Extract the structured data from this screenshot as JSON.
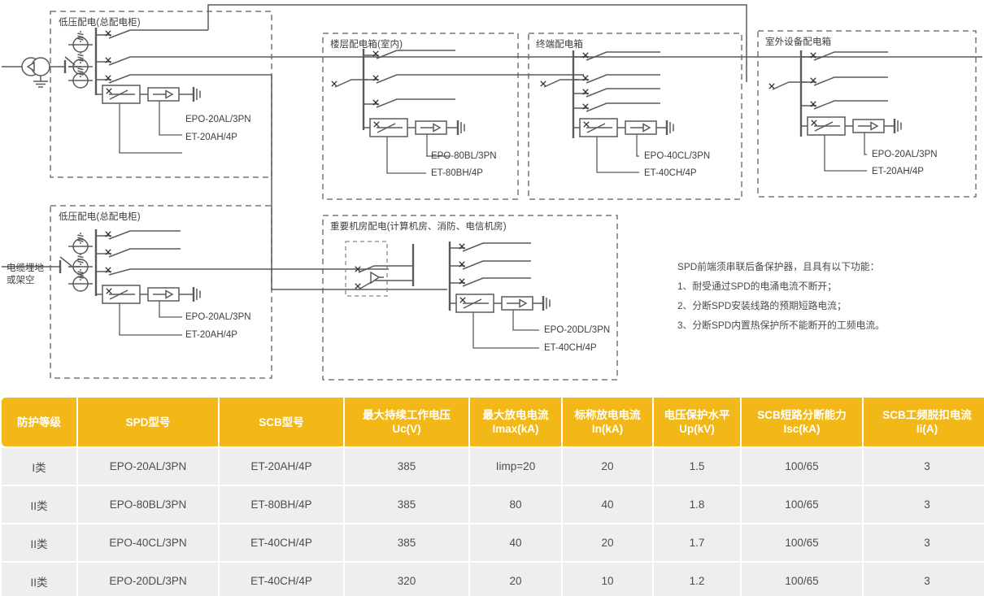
{
  "diagram": {
    "source": {
      "transformer_label": "",
      "cable_label_line1": "电缆埋地",
      "cable_label_line2": "或架空"
    },
    "blocks": [
      {
        "id": "lv-main-top",
        "title": "低压配电(总配电柜)",
        "spd": "EPO-20AL/3PN",
        "scb": "ET-20AH/4P",
        "feeders": 3
      },
      {
        "id": "floor-box",
        "title": "楼层配电箱(室内)",
        "spd": "EPO-80BL/3PN",
        "scb": "ET-80BH/4P",
        "feeders": 3
      },
      {
        "id": "terminal-box",
        "title": "终端配电箱",
        "spd": "EPO-40CL/3PN",
        "scb": "ET-40CH/4P",
        "feeders": 4
      },
      {
        "id": "outdoor-box",
        "title": "室外设备配电箱",
        "spd": "EPO-20AL/3PN",
        "scb": "ET-20AH/4P",
        "feeders": 3
      },
      {
        "id": "lv-main-bottom",
        "title": "低压配电(总配电柜)",
        "spd": "EPO-20AL/3PN",
        "scb": "ET-20AH/4P",
        "feeders": 3
      },
      {
        "id": "critical-room",
        "title": "重要机房配电(计算机房、消防、电信机房)",
        "spd": "EPO-20DL/3PN",
        "scb": "ET-40CH/4P",
        "feeders": 3
      }
    ],
    "notes": {
      "heading": "SPD前端须串联后备保护器，且具有以下功能：",
      "items": [
        "1、耐受通过SPD的电涌电流不断开；",
        "2、分断SPD安装线路的预期短路电流；",
        "3、分断SPD内置热保护所不能断开的工频电流。"
      ]
    }
  },
  "table": {
    "accent_color": "#f2b818",
    "row_bg": "#eeeeee",
    "headers": [
      "防护等级",
      "SPD型号",
      "SCB型号",
      "最大持续工作电压\nUc(V)",
      "最大放电电流\nImax(kA)",
      "标称放电电流\nIn(kA)",
      "电压保护水平\nUp(kV)",
      "SCB短路分断能力\nIsc(kA)",
      "SCB工频脱扣电流\nIi(A)"
    ],
    "headers_split": [
      {
        "l1": "防护等级",
        "l2": ""
      },
      {
        "l1": "SPD型号",
        "l2": ""
      },
      {
        "l1": "SCB型号",
        "l2": ""
      },
      {
        "l1": "最大持续工作电压",
        "l2": "Uc(V)"
      },
      {
        "l1": "最大放电电流",
        "l2": "Imax(kA)"
      },
      {
        "l1": "标称放电电流",
        "l2": "In(kA)"
      },
      {
        "l1": "电压保护水平",
        "l2": "Up(kV)"
      },
      {
        "l1": "SCB短路分断能力",
        "l2": "Isc(kA)"
      },
      {
        "l1": "SCB工频脱扣电流",
        "l2": "Ii(A)"
      }
    ],
    "rows": [
      [
        "I类",
        "EPO-20AL/3PN",
        "ET-20AH/4P",
        "385",
        "Iimp=20",
        "20",
        "1.5",
        "100/65",
        "3"
      ],
      [
        "II类",
        "EPO-80BL/3PN",
        "ET-80BH/4P",
        "385",
        "80",
        "40",
        "1.8",
        "100/65",
        "3"
      ],
      [
        "II类",
        "EPO-40CL/3PN",
        "ET-40CH/4P",
        "385",
        "40",
        "20",
        "1.7",
        "100/65",
        "3"
      ],
      [
        "II类",
        "EPO-20DL/3PN",
        "ET-40CH/4P",
        "320",
        "20",
        "10",
        "1.2",
        "100/65",
        "3"
      ]
    ]
  }
}
